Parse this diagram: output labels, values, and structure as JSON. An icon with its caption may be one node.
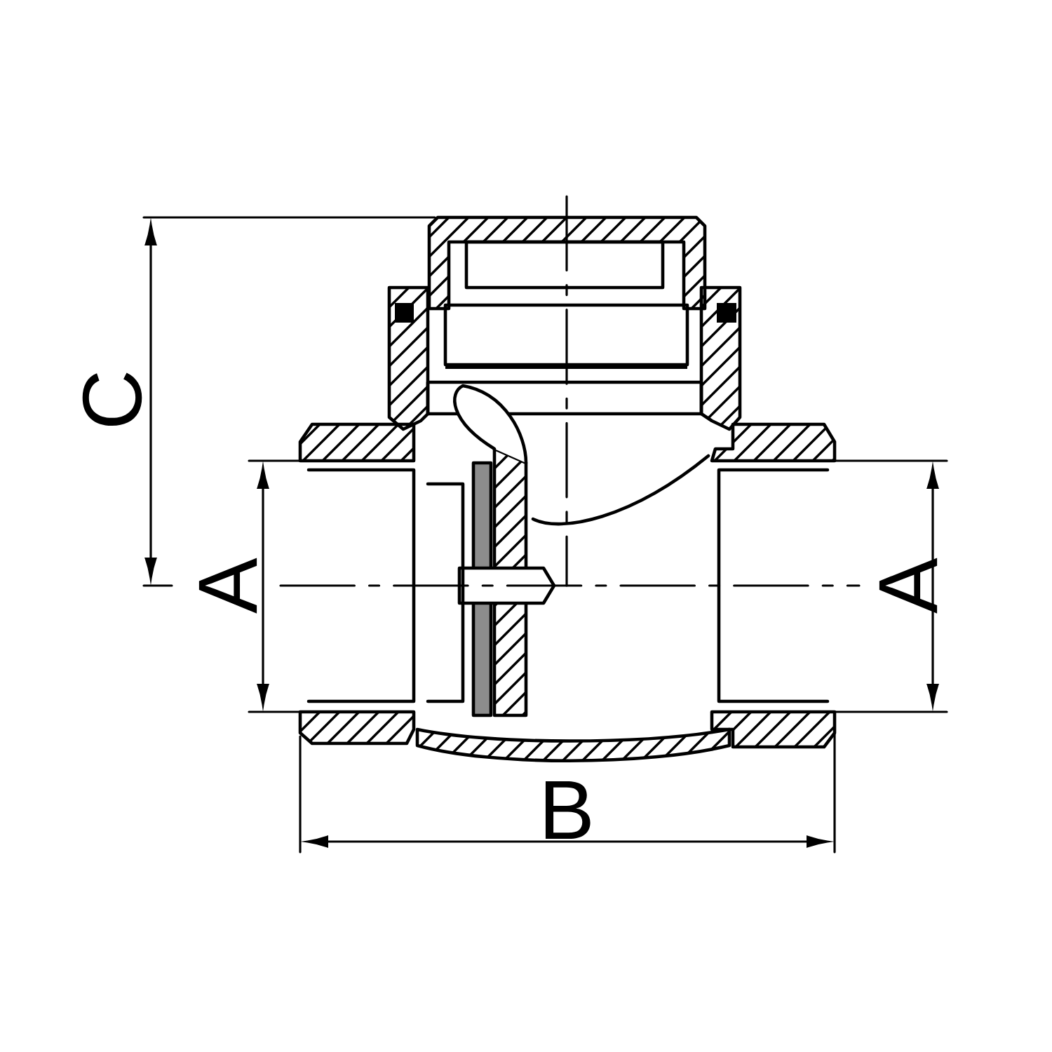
{
  "diagram": {
    "labels": [
      "C",
      "A",
      "A",
      "B"
    ]
  }
}
